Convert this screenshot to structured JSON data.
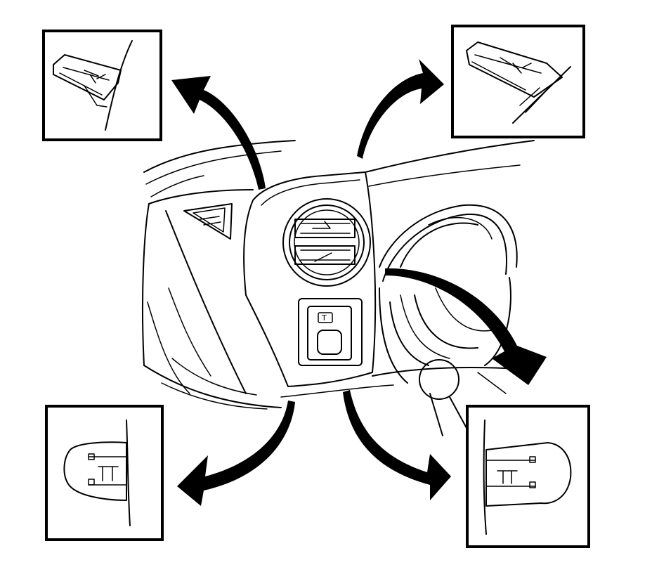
{
  "figure": {
    "line_color": "#000000",
    "background_color": "#ffffff",
    "detail_views": [
      {
        "position": "top-left",
        "subject": "clip-detail"
      },
      {
        "position": "top-right",
        "subject": "clip-detail"
      },
      {
        "position": "bottom-left",
        "subject": "clip-detail"
      },
      {
        "position": "bottom-right",
        "subject": "clip-detail"
      }
    ]
  }
}
